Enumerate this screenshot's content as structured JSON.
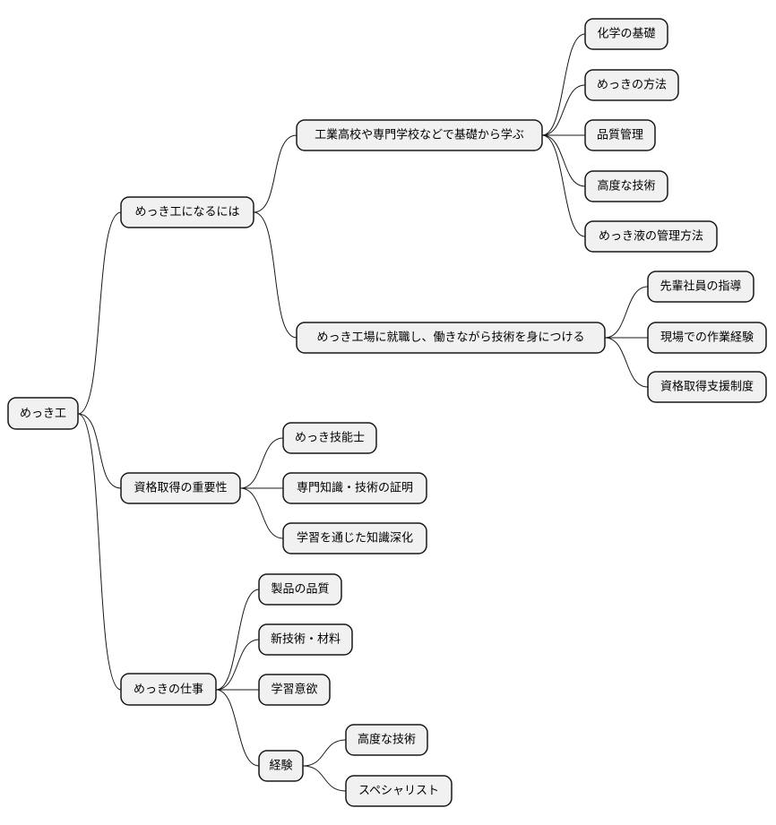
{
  "mindmap": {
    "root": "めっき工",
    "branches": [
      {
        "label": "めっき工になるには",
        "children": [
          {
            "label": "工業高校や専門学校などで基礎から学ぶ",
            "children": [
              "化学の基礎",
              "めっきの方法",
              "品質管理",
              "高度な技術",
              "めっき液の管理方法"
            ]
          },
          {
            "label": "めっき工場に就職し、働きながら技術を身につける",
            "children": [
              "先輩社員の指導",
              "現場での作業経験",
              "資格取得支援制度"
            ]
          }
        ]
      },
      {
        "label": "資格取得の重要性",
        "children": [
          "めっき技能士",
          "専門知識・技術の証明",
          "学習を通じた知識深化"
        ]
      },
      {
        "label": "めっきの仕事",
        "children": [
          "製品の品質",
          "新技術・材料",
          "学習意欲",
          "経験"
        ]
      }
    ],
    "experience_children": [
      "高度な技術",
      "スペシャリスト"
    ]
  },
  "colors": {
    "node_fill": "#f1f1f1",
    "node_stroke": "#181818",
    "edge": "#181818",
    "text": "#000000"
  }
}
